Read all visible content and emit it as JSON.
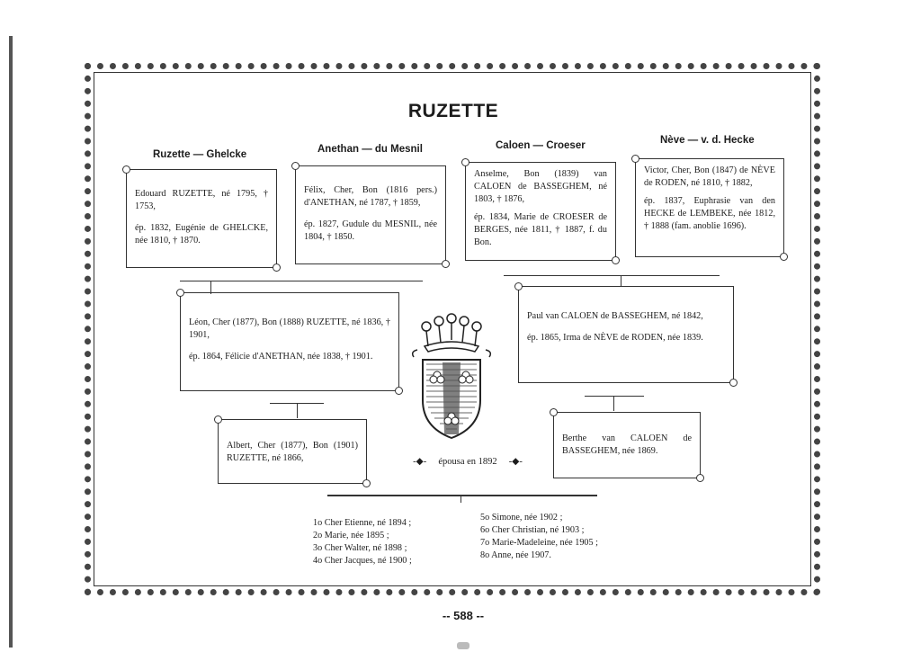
{
  "title": "RUZETTE",
  "families": [
    {
      "heading": "Ruzette — Ghelcke",
      "lines": [
        "Edouard RUZETTE, né 1795, † 1753,",
        "ép. 1832, Eugénie de GHELCKE, née 1810, † 1870."
      ]
    },
    {
      "heading": "Anethan — du Mesnil",
      "lines": [
        "Félix, Cher, Bon (1816 pers.) d'ANETHAN, né 1787, † 1859,",
        "ép. 1827, Gudule du MESNIL, née 1804, † 1850."
      ]
    },
    {
      "heading": "Caloen — Croeser",
      "lines": [
        "Anselme, Bon (1839) van CALOEN de BASSEGHEM, né 1803, † 1876,",
        "ép. 1834, Marie de CROESER de BERGES, née 1811, † 1887, f. du Bon."
      ]
    },
    {
      "heading": "Nève — v. d. Hecke",
      "lines": [
        "Victor, Cher, Bon (1847) de NÈVE de RODEN, né 1810, † 1882,",
        "ép. 1837, Euphrasie van den HECKE de LEMBEKE, née 1812, † 1888 (fam. anoblie 1696)."
      ]
    }
  ],
  "second_generation": [
    {
      "lines": [
        "Léon, Cher (1877), Bon (1888) RUZETTE, né 1836, † 1901,",
        "ép. 1864, Félicie d'ANETHAN, née 1838, † 1901."
      ]
    },
    {
      "lines": [
        "Paul van CALOEN de BASSEGHEM, né 1842,",
        "ép. 1865, Irma de NÈVE de RODEN, née 1839."
      ]
    }
  ],
  "third_generation": {
    "groom": "Albert, Cher (1877), Bon (1901) RUZETTE, né 1866,",
    "marriage": "épousa en 1892",
    "bride": "Berthe van CALOEN de BASSEGHEM, née 1869."
  },
  "children": {
    "left": [
      "1o Cher Etienne, né 1894 ;",
      "2o Marie, née 1895 ;",
      "3o Cher Walter, né 1898 ;",
      "4o Cher Jacques, né 1900 ;"
    ],
    "right": [
      "5o Simone, née 1902 ;",
      "6o Cher Christian, né 1903 ;",
      "7o Marie-Madeleine, née 1905 ;",
      "8o Anne, née 1907."
    ]
  },
  "page_number": "-- 588 --",
  "colors": {
    "ink": "#1c1c1c",
    "paper": "#ffffff"
  }
}
